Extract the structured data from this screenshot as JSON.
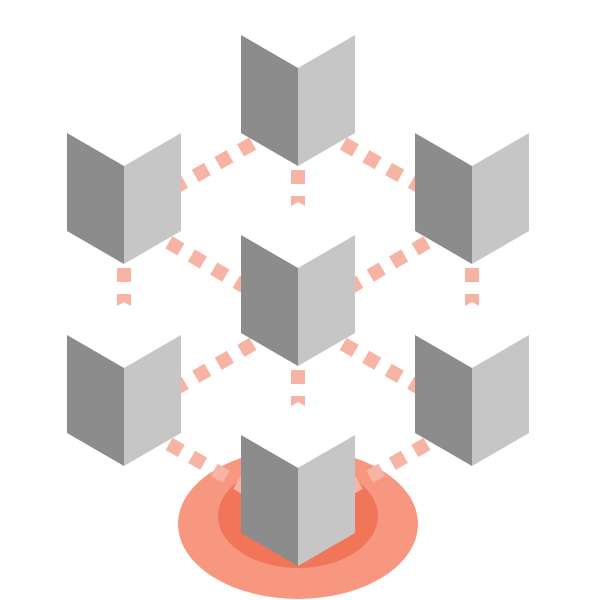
{
  "colors": {
    "background": "#ffffff",
    "cube_left": "#8c8c8c",
    "cube_right": "#c6c6c6",
    "connector": "#f7b3a3",
    "ring_outer": "#f7977f",
    "ring_inner": "#f17559"
  },
  "nodes": [
    {
      "id": "top",
      "icon": "cube-icon"
    },
    {
      "id": "upper-left",
      "icon": "cube-icon"
    },
    {
      "id": "upper-right",
      "icon": "cube-icon"
    },
    {
      "id": "center",
      "icon": "cube-icon"
    },
    {
      "id": "lower-left",
      "icon": "cube-icon"
    },
    {
      "id": "lower-right",
      "icon": "cube-icon"
    },
    {
      "id": "bottom",
      "icon": "cube-icon",
      "highlighted": true
    }
  ],
  "edges": [
    [
      "top",
      "upper-left"
    ],
    [
      "top",
      "upper-right"
    ],
    [
      "top",
      "center"
    ],
    [
      "upper-left",
      "center"
    ],
    [
      "upper-right",
      "center"
    ],
    [
      "upper-left",
      "lower-left"
    ],
    [
      "upper-right",
      "lower-right"
    ],
    [
      "center",
      "lower-left"
    ],
    [
      "center",
      "lower-right"
    ],
    [
      "center",
      "bottom"
    ],
    [
      "lower-left",
      "bottom"
    ],
    [
      "lower-right",
      "bottom"
    ]
  ]
}
